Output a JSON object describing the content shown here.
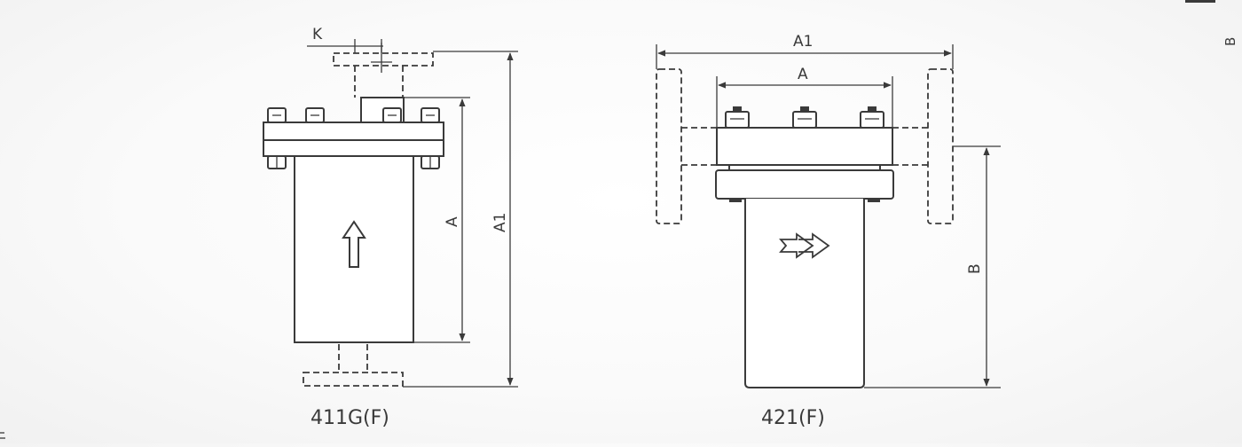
{
  "diagrams": [
    {
      "model": "411G(F)",
      "labels": {
        "k": "K",
        "a": "A",
        "a1": "A1"
      }
    },
    {
      "model": "421(F)",
      "labels": {
        "a1": "A1",
        "a": "A",
        "b": "B"
      }
    }
  ],
  "edge_label_right": "B",
  "colors": {
    "line": "#3a3a3a",
    "background": "#fafafa"
  }
}
